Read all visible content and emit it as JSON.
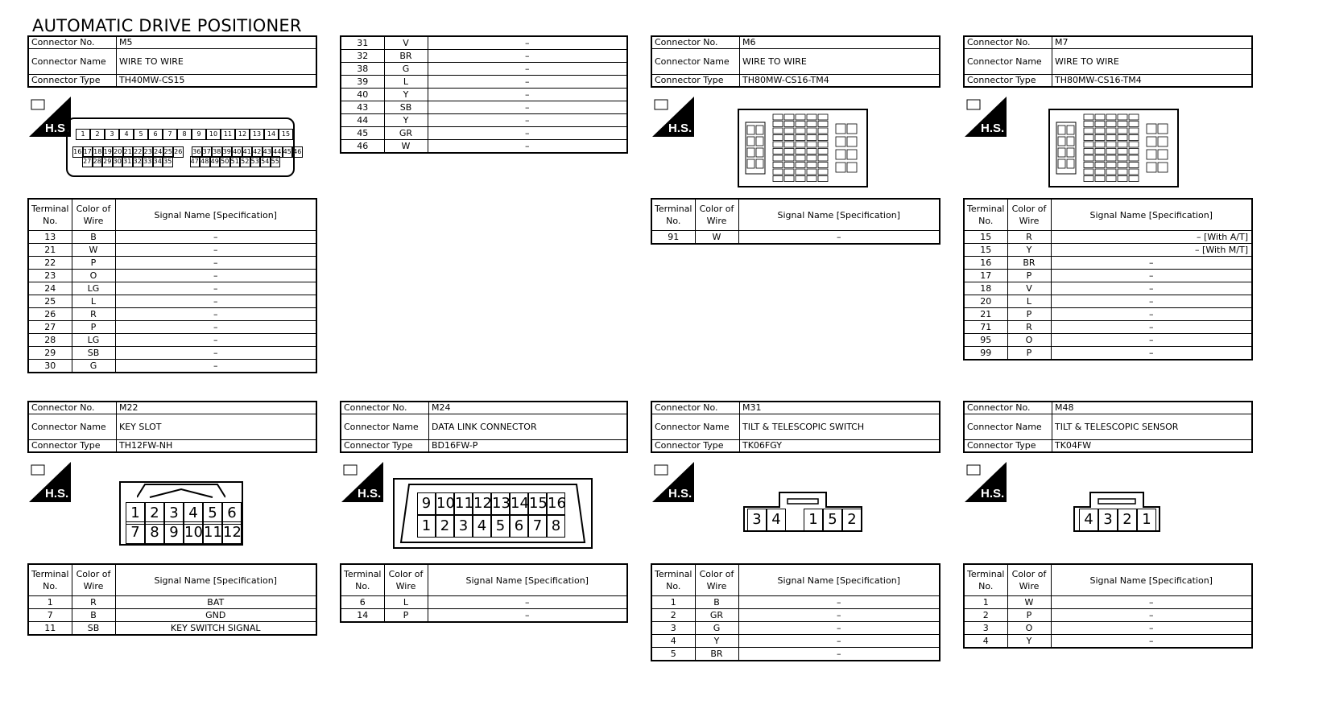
{
  "page_title": "AUTOMATIC DRIVE POSITIONER",
  "labels": {
    "connector_no": "Connector No.",
    "connector_name": "Connector Name",
    "connector_type": "Connector Type",
    "terminal_no": "Terminal No.",
    "color_of_wire": "Color of Wire",
    "signal_name": "Signal Name [Specification]",
    "hs": "H.S."
  },
  "connectors": {
    "m5": {
      "no": "M5",
      "name": "WIRE TO WIRE",
      "type": "TH40MW-CS15",
      "pins_top": [
        "1",
        "2",
        "3",
        "4",
        "5",
        "6",
        "7",
        "8",
        "9",
        "10",
        "11",
        "12",
        "13",
        "14",
        "15"
      ],
      "pins_mid": [
        "16",
        "17",
        "18",
        "19",
        "20",
        "21",
        "22",
        "23",
        "24",
        "25",
        "26",
        "",
        "36",
        "37",
        "38",
        "39",
        "40",
        "41",
        "42",
        "43",
        "44",
        "45",
        "46"
      ],
      "pins_bot": [
        "27",
        "28",
        "29",
        "30",
        "31",
        "32",
        "33",
        "34",
        "35",
        "",
        "",
        "47",
        "48",
        "49",
        "50",
        "51",
        "52",
        "53",
        "54",
        "55"
      ],
      "rows": [
        [
          "13",
          "B",
          "–"
        ],
        [
          "21",
          "W",
          "–"
        ],
        [
          "22",
          "P",
          "–"
        ],
        [
          "23",
          "O",
          "–"
        ],
        [
          "24",
          "LG",
          "–"
        ],
        [
          "25",
          "L",
          "–"
        ],
        [
          "26",
          "R",
          "–"
        ],
        [
          "27",
          "P",
          "–"
        ],
        [
          "28",
          "LG",
          "–"
        ],
        [
          "29",
          "SB",
          "–"
        ],
        [
          "30",
          "G",
          "–"
        ]
      ],
      "rows_cont": [
        [
          "31",
          "V",
          "–"
        ],
        [
          "32",
          "BR",
          "–"
        ],
        [
          "38",
          "G",
          "–"
        ],
        [
          "39",
          "L",
          "–"
        ],
        [
          "40",
          "Y",
          "–"
        ],
        [
          "43",
          "SB",
          "–"
        ],
        [
          "44",
          "Y",
          "–"
        ],
        [
          "45",
          "GR",
          "–"
        ],
        [
          "46",
          "W",
          "–"
        ]
      ]
    },
    "m6": {
      "no": "M6",
      "name": "WIRE TO WIRE",
      "type": "TH80MW-CS16-TM4",
      "rows": [
        [
          "91",
          "W",
          "–"
        ]
      ]
    },
    "m7": {
      "no": "M7",
      "name": "WIRE TO WIRE",
      "type": "TH80MW-CS16-TM4",
      "rows": [
        [
          "15",
          "R",
          "– [With A/T]"
        ],
        [
          "15",
          "Y",
          "– [With M/T]"
        ],
        [
          "16",
          "BR",
          "–"
        ],
        [
          "17",
          "P",
          "–"
        ],
        [
          "18",
          "V",
          "–"
        ],
        [
          "20",
          "L",
          "–"
        ],
        [
          "21",
          "P",
          "–"
        ],
        [
          "71",
          "R",
          "–"
        ],
        [
          "95",
          "O",
          "–"
        ],
        [
          "99",
          "P",
          "–"
        ]
      ]
    },
    "m22": {
      "no": "M22",
      "name": "KEY SLOT",
      "type": "TH12FW-NH",
      "pins_top": [
        "1",
        "2",
        "3",
        "4",
        "5",
        "6"
      ],
      "pins_bot": [
        "7",
        "8",
        "9",
        "10",
        "11",
        "12"
      ],
      "rows": [
        [
          "1",
          "R",
          "BAT"
        ],
        [
          "7",
          "B",
          "GND"
        ],
        [
          "11",
          "SB",
          "KEY SWITCH SIGNAL"
        ]
      ]
    },
    "m24": {
      "no": "M24",
      "name": "DATA LINK CONNECTOR",
      "type": "BD16FW-P",
      "pins_top": [
        "9",
        "10",
        "11",
        "12",
        "13",
        "14",
        "15",
        "16"
      ],
      "pins_bot": [
        "1",
        "2",
        "3",
        "4",
        "5",
        "6",
        "7",
        "8"
      ],
      "rows": [
        [
          "6",
          "L",
          "–"
        ],
        [
          "14",
          "P",
          "–"
        ]
      ]
    },
    "m31": {
      "no": "M31",
      "name": "TILT & TELESCOPIC SWITCH",
      "type": "TK06FGY",
      "pins": [
        "3",
        "4",
        "",
        "1",
        "5",
        "2"
      ],
      "rows": [
        [
          "1",
          "B",
          "–"
        ],
        [
          "2",
          "GR",
          "–"
        ],
        [
          "3",
          "G",
          "–"
        ],
        [
          "4",
          "Y",
          "–"
        ],
        [
          "5",
          "BR",
          "–"
        ]
      ]
    },
    "m48": {
      "no": "M48",
      "name": "TILT & TELESCOPIC SENSOR",
      "type": "TK04FW",
      "pins": [
        "4",
        "3",
        "2",
        "1"
      ],
      "rows": [
        [
          "1",
          "W",
          "–"
        ],
        [
          "2",
          "P",
          "–"
        ],
        [
          "3",
          "O",
          "–"
        ],
        [
          "4",
          "Y",
          "–"
        ]
      ]
    }
  }
}
